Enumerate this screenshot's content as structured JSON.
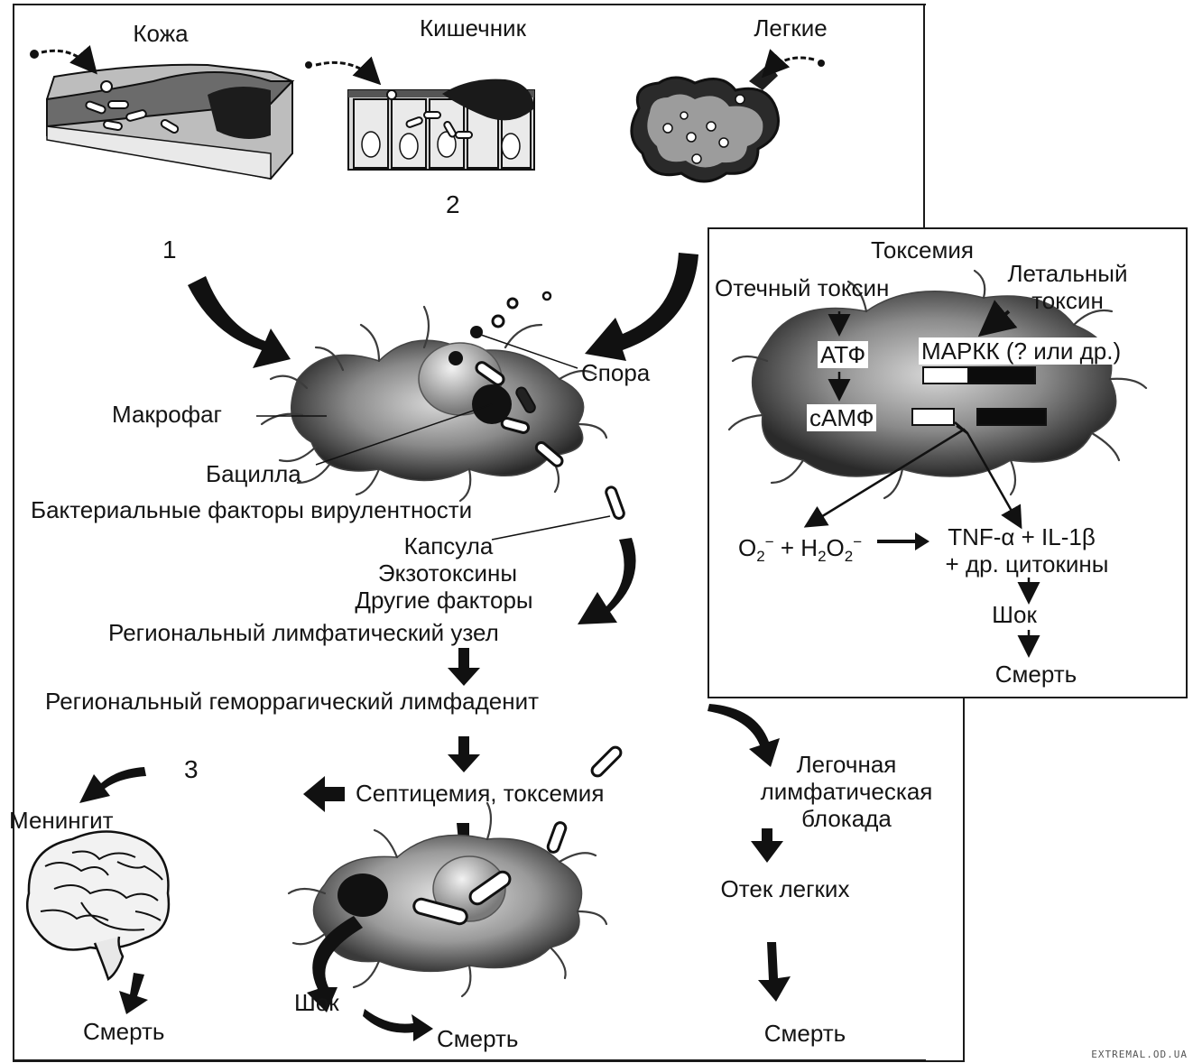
{
  "entry": {
    "skin": "Кожа",
    "intestine": "Кишечник",
    "lungs": "Легкие"
  },
  "route_numbers": {
    "one": "1",
    "two": "2",
    "three": "3"
  },
  "macrophage": {
    "label": "Макрофаг",
    "spore": "Спора",
    "bacillus": "Бацилла"
  },
  "virulence": {
    "title": "Бактериальные факторы вирулентности",
    "capsule": "Капсула",
    "exotoxins": "Экзотоксины",
    "other": "Другие факторы"
  },
  "flow": {
    "regional_node": "Региональный лимфатический узел",
    "lymphadenitis": "Региональный геморрагический лимфаденит",
    "septicemia": "Септицемия, токсемия",
    "meningitis": "Менингит",
    "death_meningitis": "Смерть",
    "shock": "Шок",
    "death_shock": "Смерть",
    "pulmonary_block": [
      "Легочная",
      "лимфатическая",
      "блокада"
    ],
    "lung_edema": "Отек легких",
    "death_lung": "Смерть"
  },
  "toxemia": {
    "title": "Токсемия",
    "edema_toxin": "Отечный токсин",
    "lethal_toxin": [
      "Летальный",
      "токсин"
    ],
    "atp": "АТФ",
    "camp": "cАМФ",
    "mapkk": "МАРКК (? или  др.)",
    "cytokines_line1": "TNF-α + IL-1β",
    "cytokines_line2": "+ др. цитокины",
    "shock": "Шок",
    "death": "Смерть"
  },
  "watermark": "EXTREMAL.OD.UA"
}
